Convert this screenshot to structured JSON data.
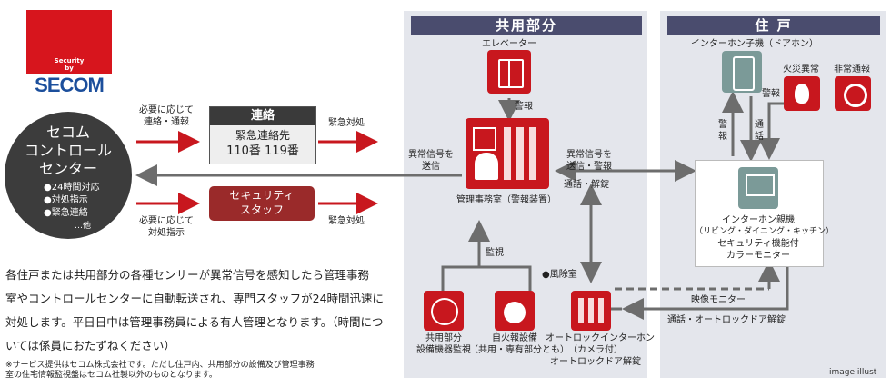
{
  "logo": {
    "security": "Security",
    "by": "by",
    "brand": "SECOM"
  },
  "control_center": {
    "title_lines": [
      "セコム",
      "コントロール",
      "センター"
    ],
    "bullets": [
      "●24時間対応",
      "●対処指示",
      "●緊急連絡"
    ],
    "etc": "…他"
  },
  "left_flow": {
    "top_note": [
      "必要に応じて",
      "連絡・通報"
    ],
    "bottom_note": [
      "必要に応じて",
      "対処指示"
    ],
    "contact_header": "連絡",
    "contact_body": [
      "緊急連絡先",
      "110番 119番"
    ],
    "staff_label": [
      "セキュリティ",
      "スタッフ"
    ],
    "emergency1": "緊急対処",
    "emergency2": "緊急対処",
    "abnormal_signal": [
      "異常信号を",
      "送信"
    ]
  },
  "common_area": {
    "header": "共用部分",
    "elevator": "エレベーター",
    "alarm": "警報",
    "office": "管理事務室（警報装置）",
    "signal_alarm": [
      "異常信号を",
      "送信・警報"
    ],
    "call_unlock": "通話・解錠",
    "monitoring": "監視",
    "windbreak": "●風除室",
    "equipment": [
      "共用部分",
      "設備機器監視"
    ],
    "fire_alarm": [
      "自火報設備",
      "（共用・専有部分とも）"
    ],
    "autolock": [
      "オートロックインターホン",
      "（カメラ付）",
      "オートロックドア解錠"
    ]
  },
  "dwelling": {
    "header": "住 戸",
    "intercom_slave": "インターホン子機（ドアホン）",
    "fire": "火災異常",
    "emergency_call": "非常通報",
    "alarm": "警報",
    "alarm_v": [
      "警",
      "報"
    ],
    "call_v": [
      "通",
      "話"
    ],
    "intercom_master": [
      "インターホン親機",
      "（リビング・ダイニング・キッチン）",
      "セキュリティ機能付",
      "カラーモニター"
    ],
    "video_monitor": "映像モニター",
    "call_autolock": "通話・オートロックドア解錠"
  },
  "description": [
    "各住戸または共用部分の各種センサーが異常信号を感知したら管理事務",
    "室やコントロールセンターに自動転送され、専門スタッフが24時間迅速に",
    "対処します。平日日中は管理事務員による有人管理となります。（時間につ",
    "いては係員におたずねください）"
  ],
  "footnote": [
    "※サービス提供はセコム株式会社です。ただし住戸内、共用部分の設備及び管理事務",
    "室の住宅情報監視盤はセコム社製以外のものとなります。"
  ],
  "image_note": "image illust",
  "colors": {
    "red": "#c8171e",
    "dark_red": "#9a2a2a",
    "navy": "#4a4c6e",
    "panel": "#e4e6ec",
    "gray_arrow": "#6d6d6d",
    "teal": "#7b9a98"
  }
}
